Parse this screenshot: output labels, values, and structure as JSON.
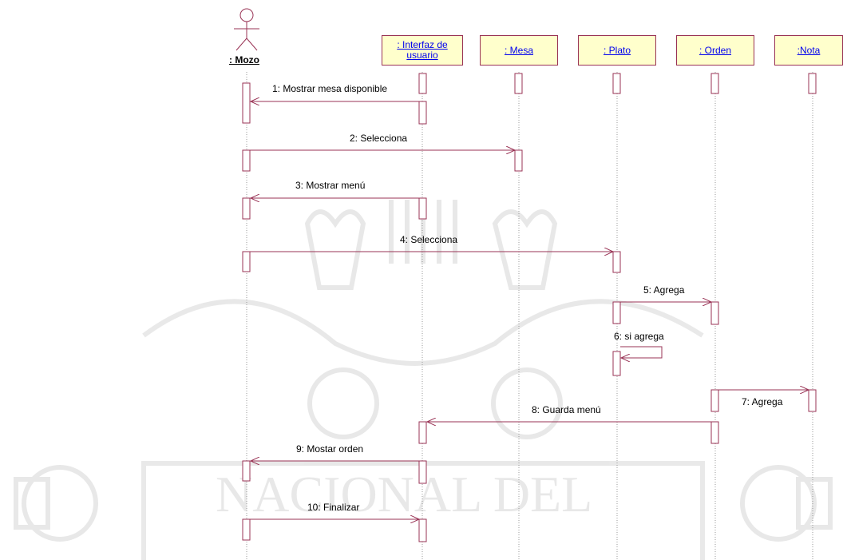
{
  "actor": {
    "label": ": Mozo"
  },
  "objects": [
    {
      "id": "interfaz",
      "label": ": Interfaz de usuario"
    },
    {
      "id": "mesa",
      "label": ": Mesa"
    },
    {
      "id": "plato",
      "label": ": Plato"
    },
    {
      "id": "orden",
      "label": ": Orden"
    },
    {
      "id": "nota",
      "label": ":Nota"
    }
  ],
  "watermark": {
    "text": "NACIONAL DEL"
  },
  "messages": [
    {
      "id": "m1",
      "label": "1: Mostrar mesa disponible",
      "from": "interfaz",
      "to": "mozo"
    },
    {
      "id": "m2",
      "label": "2: Selecciona",
      "from": "mozo",
      "to": "mesa"
    },
    {
      "id": "m3",
      "label": "3: Mostrar menú",
      "from": "interfaz",
      "to": "mozo"
    },
    {
      "id": "m4",
      "label": "4: Selecciona",
      "from": "mozo",
      "to": "plato"
    },
    {
      "id": "m5",
      "label": "5: Agrega",
      "from": "plato",
      "to": "orden"
    },
    {
      "id": "m6",
      "label": "6: si agrega",
      "from": "plato",
      "to": "plato"
    },
    {
      "id": "m7",
      "label": "7: Agrega",
      "from": "orden",
      "to": "nota"
    },
    {
      "id": "m8",
      "label": "8: Guarda menú",
      "from": "orden",
      "to": "interfaz"
    },
    {
      "id": "m9",
      "label": "9: Mostar orden",
      "from": "interfaz",
      "to": "mozo"
    },
    {
      "id": "m10",
      "label": "10: Finalizar",
      "from": "mozo",
      "to": "interfaz"
    }
  ],
  "colors": {
    "line": "#993355",
    "box_fill": "#ffffcc",
    "label_link": "#0000ee"
  }
}
